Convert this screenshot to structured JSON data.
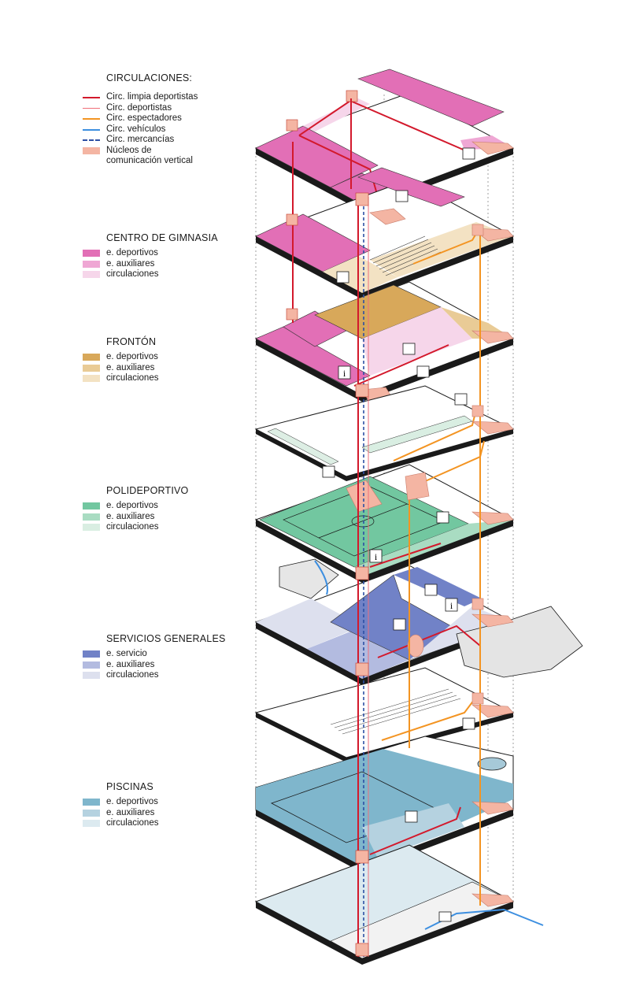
{
  "legend": {
    "circulaciones": {
      "title": "CIRCULACIONES:",
      "items": [
        {
          "label": "Circ. limpia deportistas",
          "color": "#d3192c",
          "style": "line"
        },
        {
          "label": "Circ. deportistas",
          "color": "#ef6e78",
          "style": "line"
        },
        {
          "label": "Circ. espectadores",
          "color": "#f39422",
          "style": "line"
        },
        {
          "label": "Circ. vehículos",
          "color": "#3d8fe0",
          "style": "line"
        },
        {
          "label": "Circ. mercancías",
          "color": "#2c4fa3",
          "style": "dash"
        },
        {
          "label": "Núcleos de\ncomunicación vertical",
          "color": "#f4b5a3",
          "style": "box"
        }
      ]
    },
    "gimnasia": {
      "title": "CENTRO DE GIMNASIA",
      "items": [
        {
          "label": "e. deportivos",
          "color": "#e26fb6"
        },
        {
          "label": "e. auxiliares",
          "color": "#efa7d4"
        },
        {
          "label": "circulaciones",
          "color": "#f6d6ea"
        }
      ]
    },
    "fronton": {
      "title": "FRONTÓN",
      "items": [
        {
          "label": "e. deportivos",
          "color": "#d8a85a"
        },
        {
          "label": "e. auxiliares",
          "color": "#e9cb96"
        },
        {
          "label": "circulaciones",
          "color": "#f3e2c3"
        }
      ]
    },
    "polideportivo": {
      "title": "POLIDEPORTIVO",
      "items": [
        {
          "label": "e. deportivos",
          "color": "#72c7a0"
        },
        {
          "label": "e. auxiliares",
          "color": "#a9dcc2"
        },
        {
          "label": "circulaciones",
          "color": "#d9eee2"
        }
      ]
    },
    "servicios": {
      "title": "SERVICIOS GENERALES",
      "items": [
        {
          "label": "e. servicio",
          "color": "#7182c7"
        },
        {
          "label": "e. auxiliares",
          "color": "#b3bbe0"
        },
        {
          "label": "circulaciones",
          "color": "#dde0ee"
        }
      ]
    },
    "piscinas": {
      "title": "PISCINAS",
      "items": [
        {
          "label": "e. deportivos",
          "color": "#7fb6cc"
        },
        {
          "label": "e. auxiliares",
          "color": "#b5d2e0"
        },
        {
          "label": "circulaciones",
          "color": "#dceaf0"
        }
      ]
    }
  },
  "icons": {
    "info": "i",
    "restroom": "🚻",
    "cafe": "🍴",
    "locker": "⌂"
  },
  "colors": {
    "core": "#f4b5a3",
    "core_dark": "#e59a86",
    "slab_edge": "#1a1a1a",
    "grid_line": "#555555"
  }
}
